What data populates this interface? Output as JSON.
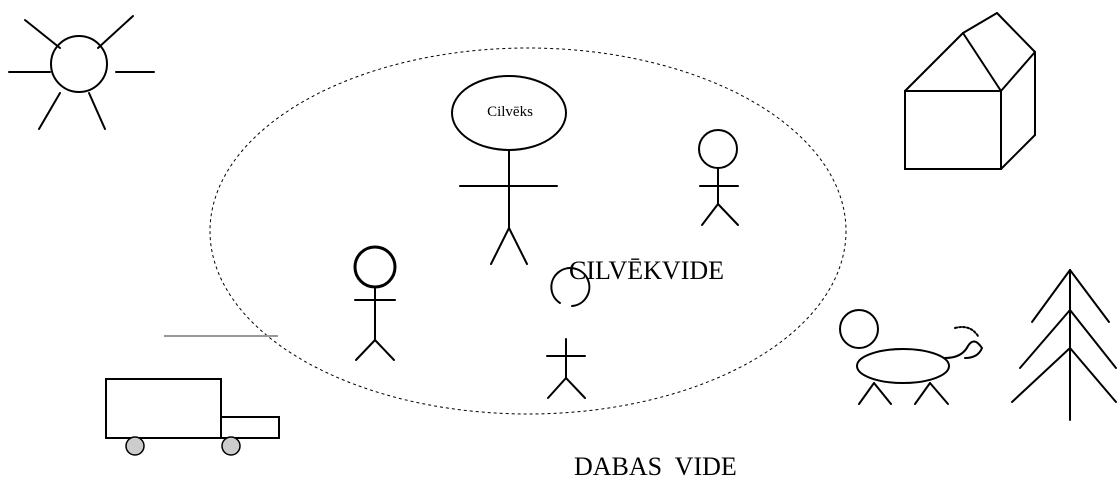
{
  "diagram": {
    "person_head_label": "Cilvēks",
    "inner_region_label": "CILVĒKVIDE",
    "outer_region_label": "DABAS  VIDE"
  },
  "colors": {
    "ink": "#000000",
    "wheel_fill": "#cccccc",
    "road": "#999999"
  }
}
